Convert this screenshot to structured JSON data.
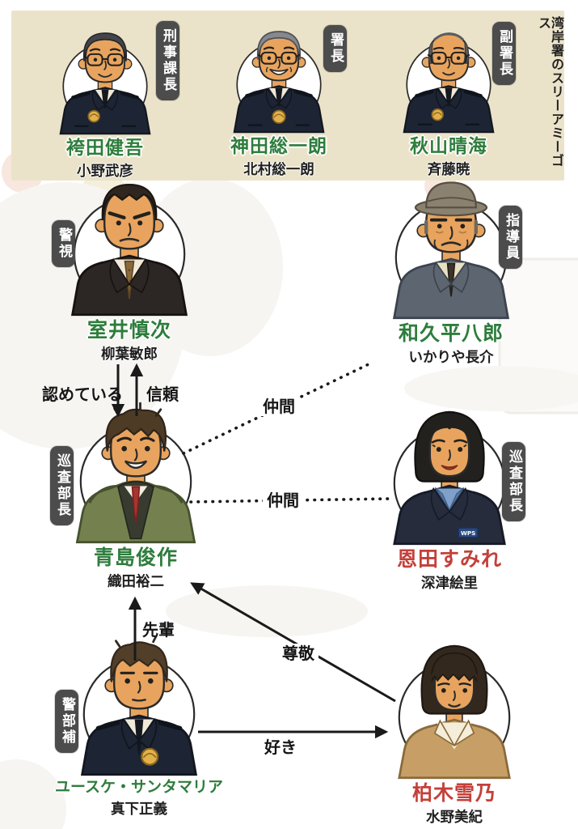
{
  "title_note": "湾岸署のスリーアミーゴス",
  "colors": {
    "name_green": "#2e7d3c",
    "name_red": "#c4403a",
    "badge_bg": "#4c4c4c",
    "panel_bg": "#ebe3c9",
    "text_black": "#1f1f1f",
    "line_black": "#1a1a1a"
  },
  "top_panel": {
    "vertical_title": "湾岸署のスリーアミーゴス",
    "members": [
      {
        "id": "hakamada",
        "name": "袴田健吾",
        "actor": "小野武彦",
        "badge": "刑事課長"
      },
      {
        "id": "kanda",
        "name": "神田総一朗",
        "actor": "北村総一朗",
        "badge": "署長"
      },
      {
        "id": "akiyama",
        "name": "秋山晴海",
        "actor": "斉藤暁",
        "badge": "副署長"
      }
    ]
  },
  "characters": [
    {
      "id": "muroi",
      "name": "室井慎次",
      "actor": "柳葉敏郎",
      "badge": "警視"
    },
    {
      "id": "waku",
      "name": "和久平八郎",
      "actor": "いかりや長介",
      "badge": "指導員"
    },
    {
      "id": "aoshima",
      "name": "青島俊作",
      "actor": "織田裕二",
      "badge": "巡査部長"
    },
    {
      "id": "onda",
      "name": "恩田すみれ",
      "actor": "深津絵里",
      "badge": "巡査部長",
      "chest_badge": "WPS"
    },
    {
      "id": "mashita",
      "name": "ユースケ・サンタマリア",
      "actor": "真下正義",
      "badge": "警部補"
    },
    {
      "id": "kashiwagi",
      "name": "柏木雪乃",
      "actor": "水野美紀"
    }
  ],
  "relationships": [
    {
      "label": "認めている",
      "type": "solid-arrow",
      "from": "muroi",
      "to": "aoshima"
    },
    {
      "label": "信頼",
      "type": "solid-arrow",
      "from": "aoshima",
      "to": "muroi"
    },
    {
      "label": "仲間",
      "type": "dotted-line",
      "between": "aoshima-waku"
    },
    {
      "label": "仲間",
      "type": "dotted-line",
      "between": "aoshima-onda"
    },
    {
      "label": "先輩",
      "type": "solid-arrow",
      "from": "mashita",
      "to": "aoshima"
    },
    {
      "label": "尊敬",
      "type": "solid-arrow",
      "from": "kashiwagi",
      "to": "aoshima"
    },
    {
      "label": "好き",
      "type": "solid-arrow",
      "from": "mashita",
      "to": "kashiwagi"
    }
  ]
}
